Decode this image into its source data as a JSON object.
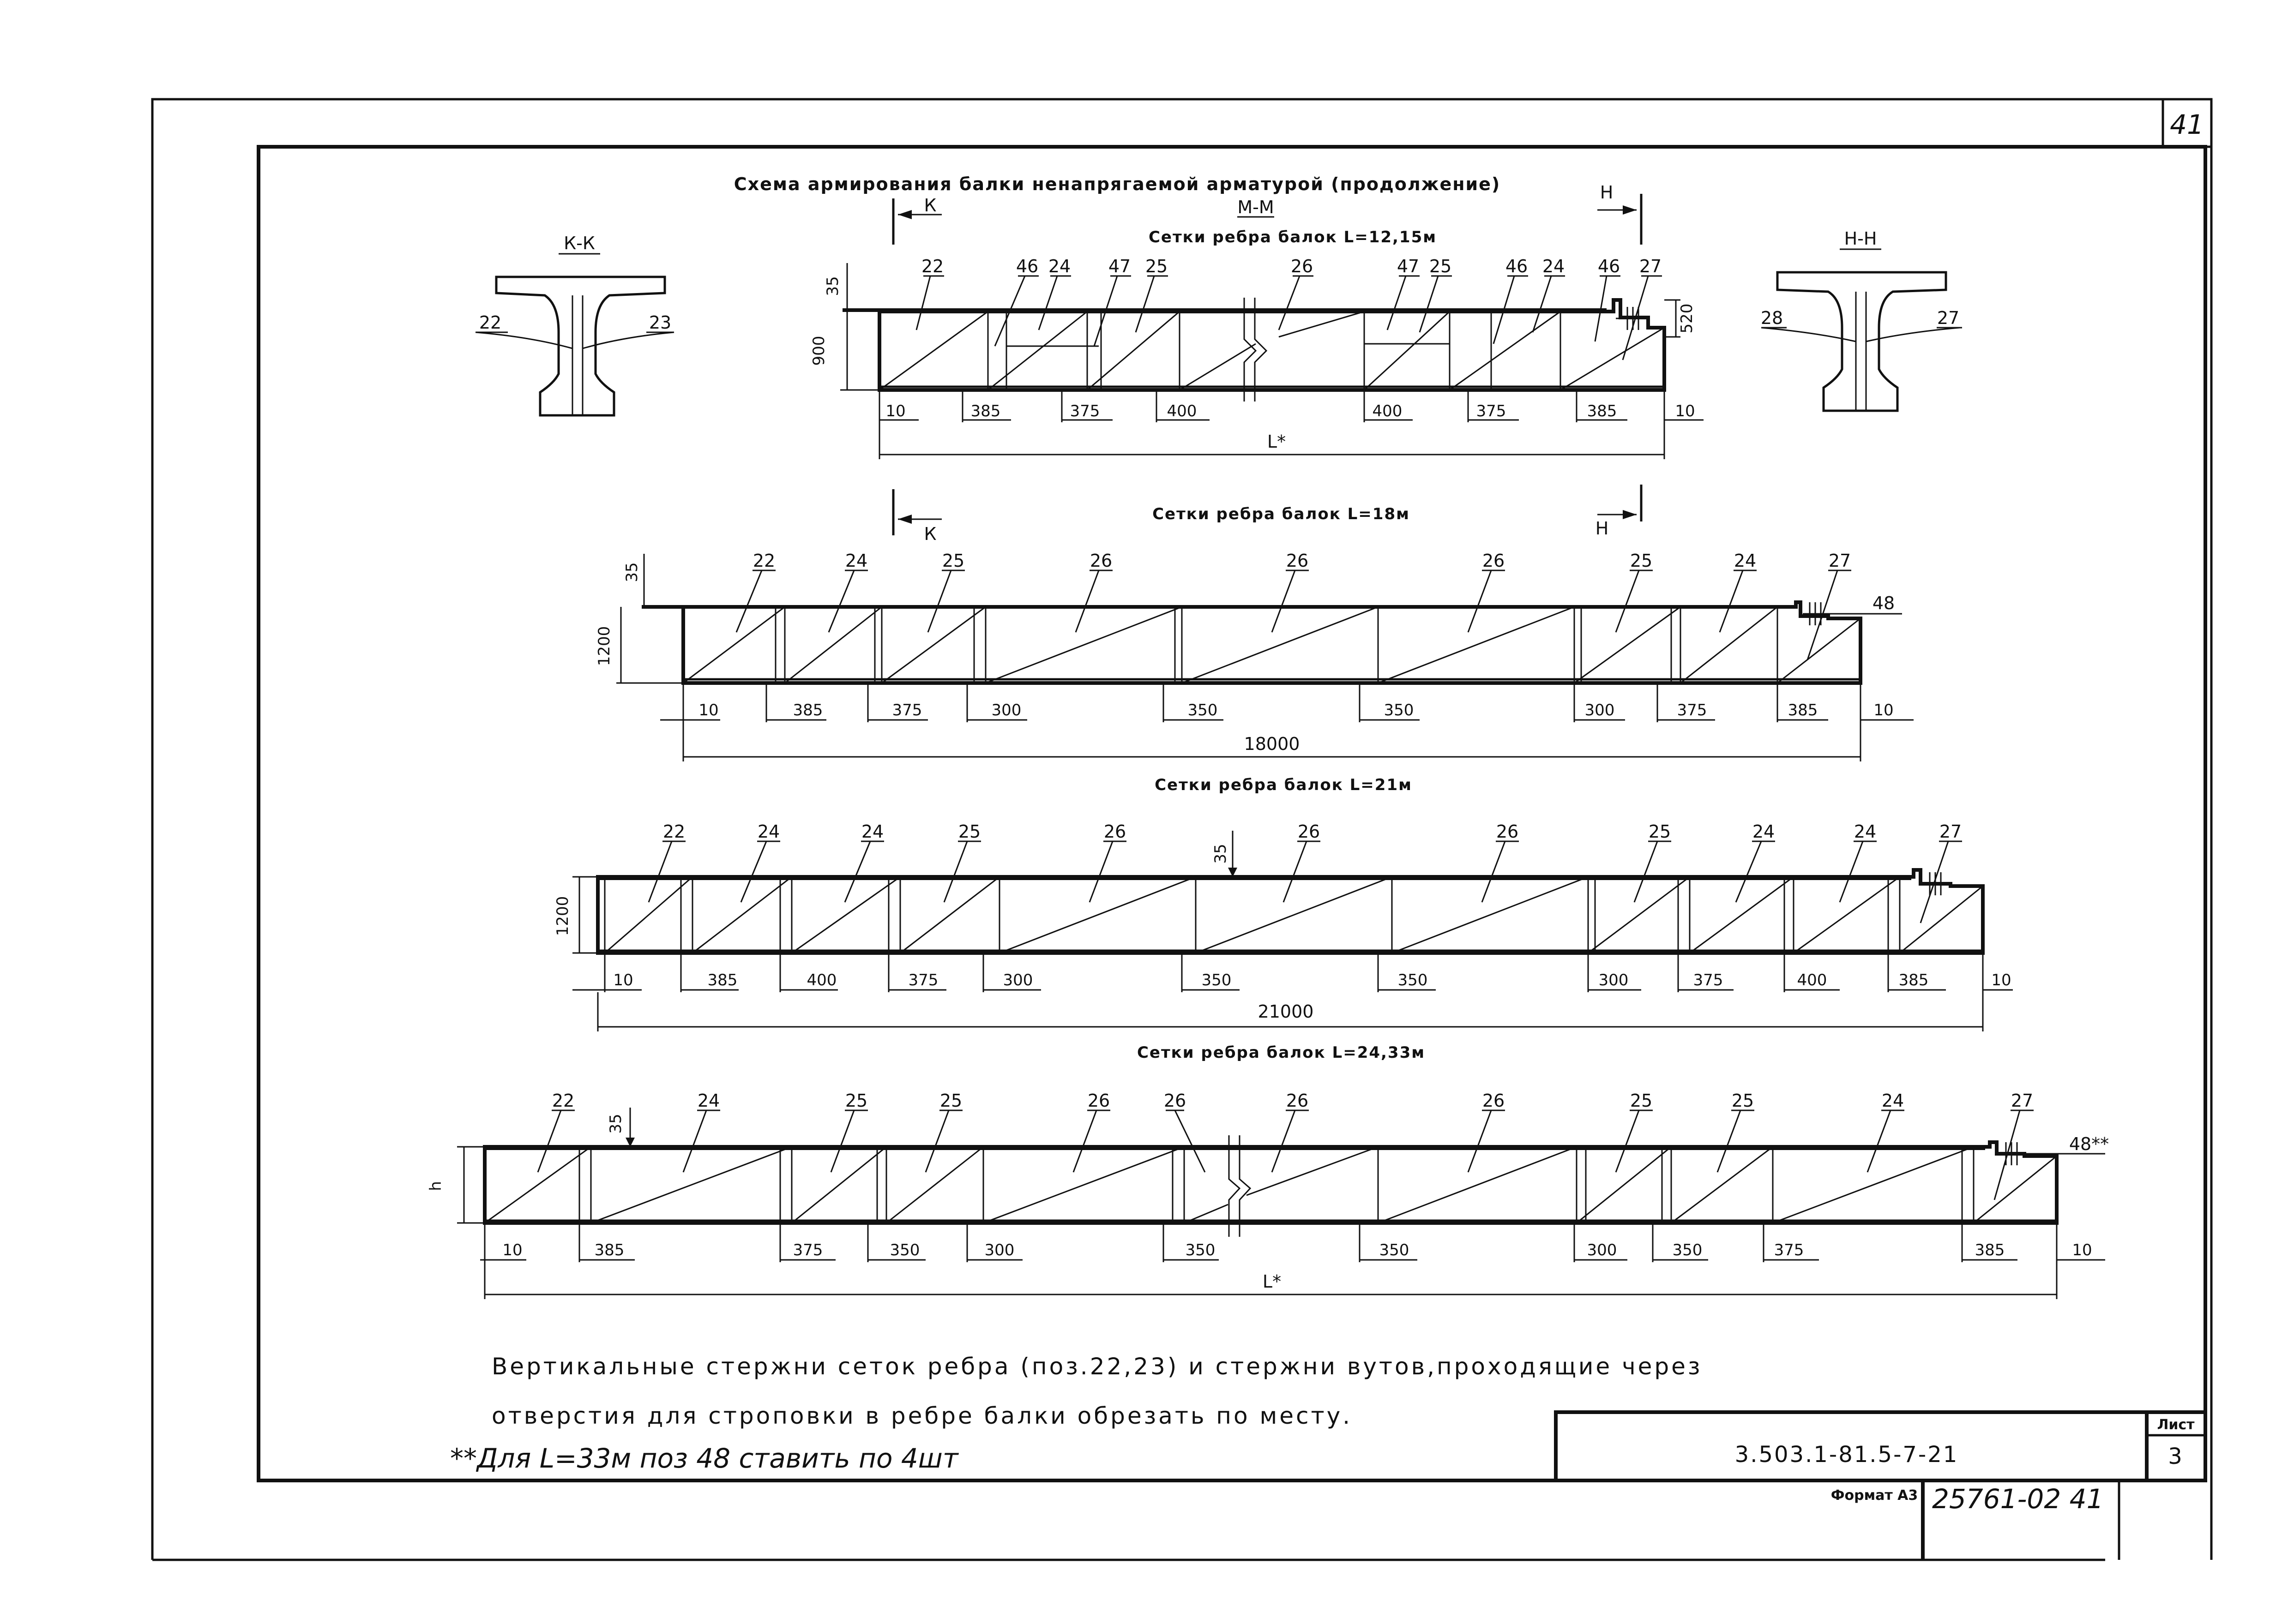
{
  "sheet_number_top": "41",
  "title": "Схема армирования балки ненапрягаемой арматурой (продолжение)",
  "section_kk": {
    "label": "К-К",
    "left": "22",
    "right": "23"
  },
  "section_nn": {
    "label": "Н-Н",
    "left": "28",
    "right": "27"
  },
  "cut_k": "К",
  "cut_n": "Н",
  "cut_mm": "М-М",
  "d1": {
    "title": "Сетки ребра балок L=12,15м",
    "height": "900",
    "top": "35",
    "right_h": "520",
    "length": "L*",
    "marks": [
      "22",
      "46",
      "24",
      "47",
      "25",
      "26",
      "47",
      "25",
      "46",
      "24",
      "46",
      "27"
    ],
    "dims": [
      "10",
      "385",
      "375",
      "400",
      "400",
      "375",
      "385",
      "10"
    ]
  },
  "d2": {
    "title": "Сетки ребра балок L=18м",
    "height": "1200",
    "top": "35",
    "length": "18000",
    "extra": "48",
    "marks": [
      "22",
      "24",
      "25",
      "26",
      "26",
      "26",
      "25",
      "24",
      "27"
    ],
    "dims": [
      "10",
      "385",
      "375",
      "300",
      "350",
      "350",
      "300",
      "375",
      "385",
      "10"
    ]
  },
  "d3": {
    "title": "Сетки ребра балок L=21м",
    "height": "1200",
    "top": "35",
    "length": "21000",
    "marks": [
      "22",
      "24",
      "24",
      "25",
      "26",
      "26",
      "26",
      "25",
      "24",
      "24",
      "27"
    ],
    "dims": [
      "10",
      "385",
      "400",
      "375",
      "300",
      "350",
      "350",
      "300",
      "375",
      "400",
      "385",
      "10"
    ]
  },
  "d4": {
    "title": "Сетки ребра балок L=24,33м",
    "height": "h",
    "top": "35",
    "length": "L*",
    "extra": "48**",
    "marks": [
      "22",
      "24",
      "25",
      "25",
      "26",
      "26",
      "26",
      "26",
      "25",
      "25",
      "24",
      "27"
    ],
    "dims": [
      "10",
      "385",
      "375",
      "350",
      "300",
      "350",
      "350",
      "300",
      "350",
      "375",
      "385",
      "10"
    ]
  },
  "note_line1": "Вертикальные стержни сеток ребра (поз.22,23) и стержни вутов,проходящие через",
  "note_line2": "отверстия для строповки в ребре балки обрезать по месту.",
  "note_line3": "**Для  L=33м  поз 48 ставить по 4шт",
  "stamp": {
    "code": "3.503.1-81.5-7-21",
    "sheet_label": "Лист",
    "sheet_no": "3"
  },
  "format": "Формат А3",
  "inventory": "25761-02  41"
}
